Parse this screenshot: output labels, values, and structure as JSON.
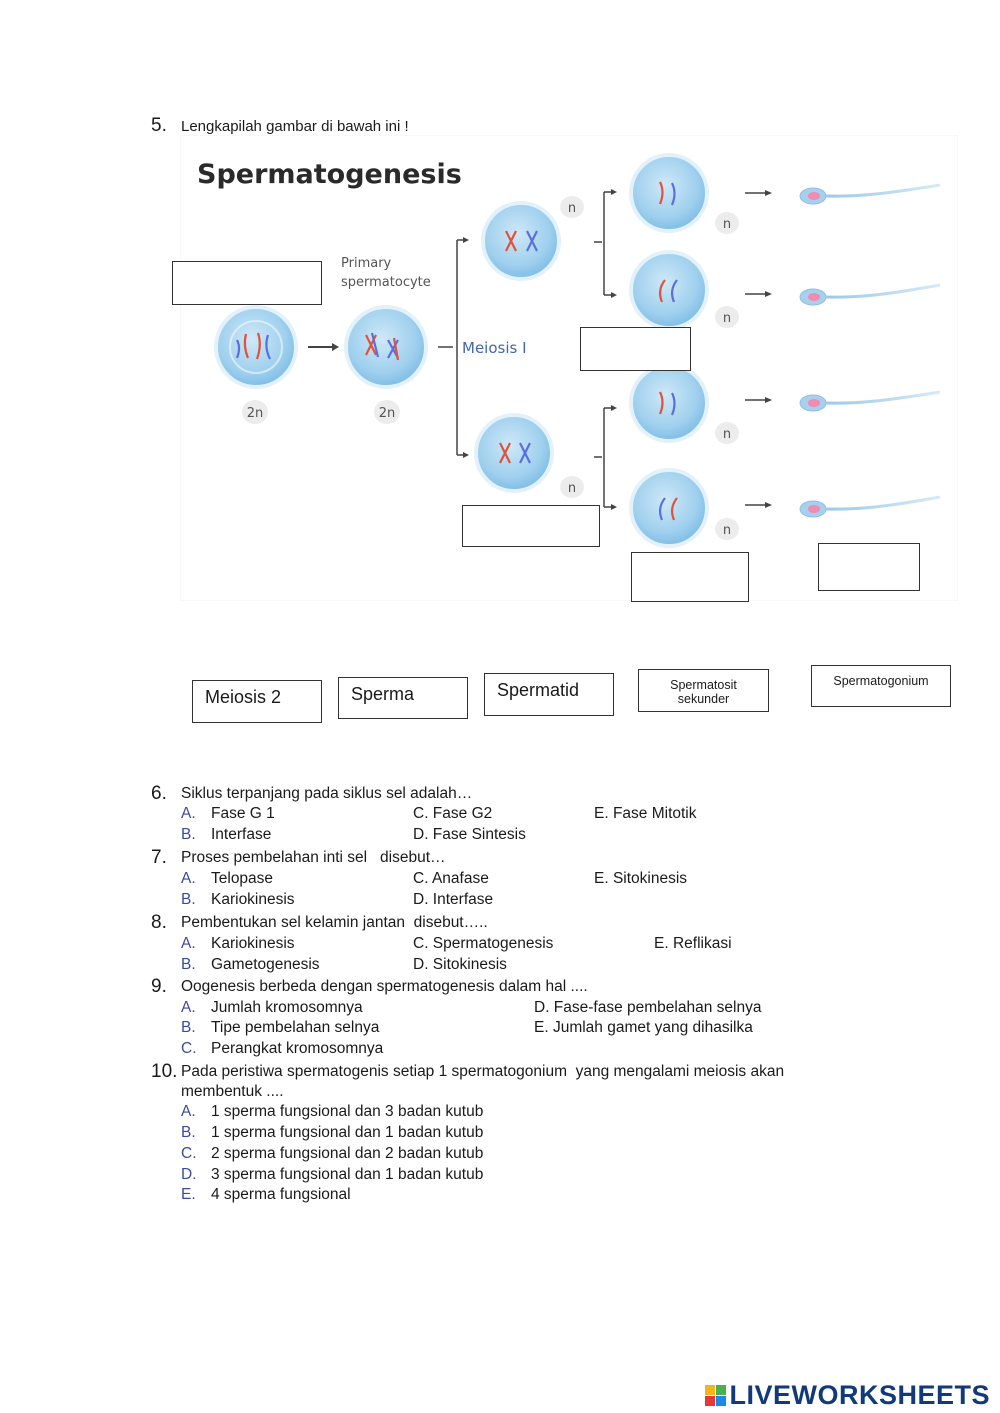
{
  "question5": {
    "number": "5.",
    "text": "Lengkapilah gambar di bawah ini !"
  },
  "diagram": {
    "title": "Spermatogenesis",
    "primary_label_line1": "Primary",
    "primary_label_line2": "spermatocyte",
    "meiosis_label": "Meiosis I",
    "ploidy_2n": "2n",
    "ploidy_n": "n"
  },
  "answer_options": {
    "meiosis2": "Meiosis 2",
    "sperma": "Sperma",
    "spermatid": "Spermatid",
    "spermatosit_line1": "Spermatosit",
    "spermatosit_line2": "sekunder",
    "spermatogonium": "Spermatogonium"
  },
  "questions": [
    {
      "number": "6.",
      "text": "Siklus terpanjang pada siklus sel adalah…",
      "options": [
        {
          "letter": "A.",
          "text": "Fase G 1"
        },
        {
          "letter": "B.",
          "text": "Interfase"
        },
        {
          "letter": "",
          "text": "C. Fase G2"
        },
        {
          "letter": "",
          "text": "D. Fase Sintesis"
        },
        {
          "letter": "",
          "text": "E. Fase Mitotik"
        }
      ]
    },
    {
      "number": "7.",
      "text": "Proses pembelahan inti sel   disebut…",
      "options": [
        {
          "letter": "A.",
          "text": "Telopase"
        },
        {
          "letter": "B.",
          "text": "Kariokinesis"
        },
        {
          "letter": "",
          "text": "C. Anafase"
        },
        {
          "letter": "",
          "text": "D. Interfase"
        },
        {
          "letter": "",
          "text": "E. Sitokinesis"
        }
      ]
    },
    {
      "number": "8.",
      "text": "Pembentukan sel kelamin jantan  disebut…..",
      "options": [
        {
          "letter": "A.",
          "text": "Kariokinesis"
        },
        {
          "letter": "B.",
          "text": "Gametogenesis"
        },
        {
          "letter": "",
          "text": "C. Spermatogenesis"
        },
        {
          "letter": "",
          "text": "D. Sitokinesis"
        },
        {
          "letter": "",
          "text": "E. Reflikasi"
        }
      ]
    },
    {
      "number": "9.",
      "text": "Oogenesis berbeda dengan spermatogenesis dalam hal ....",
      "options": [
        {
          "letter": "A.",
          "text": "Jumlah kromosomnya"
        },
        {
          "letter": "B.",
          "text": "Tipe pembelahan selnya"
        },
        {
          "letter": "C.",
          "text": "Perangkat kromosomnya"
        },
        {
          "letter": "",
          "text": "D. Fase-fase pembelahan selnya"
        },
        {
          "letter": "",
          "text": "E. Jumlah gamet yang dihasilka"
        }
      ]
    },
    {
      "number": "10.",
      "text_line1": "Pada peristiwa spermatogenis setiap 1 spermatogonium  yang mengalami meiosis akan",
      "text_line2": "membentuk ....",
      "options": [
        {
          "letter": "A.",
          "text": "1 sperma fungsional dan 3 badan kutub"
        },
        {
          "letter": "B.",
          "text": "1 sperma fungsional dan 1 badan kutub"
        },
        {
          "letter": "C.",
          "text": "2 sperma fungsional dan 2 badan kutub"
        },
        {
          "letter": "D.",
          "text": "3 sperma fungsional dan 1 badan kutub"
        },
        {
          "letter": "E.",
          "text": "4 sperma fungsional"
        }
      ]
    }
  ],
  "footer": {
    "logo_text": "LIVEWORKSHEETS",
    "logo_colors": [
      "#f2b51c",
      "#4caf50",
      "#e53935",
      "#1e88e5"
    ]
  }
}
